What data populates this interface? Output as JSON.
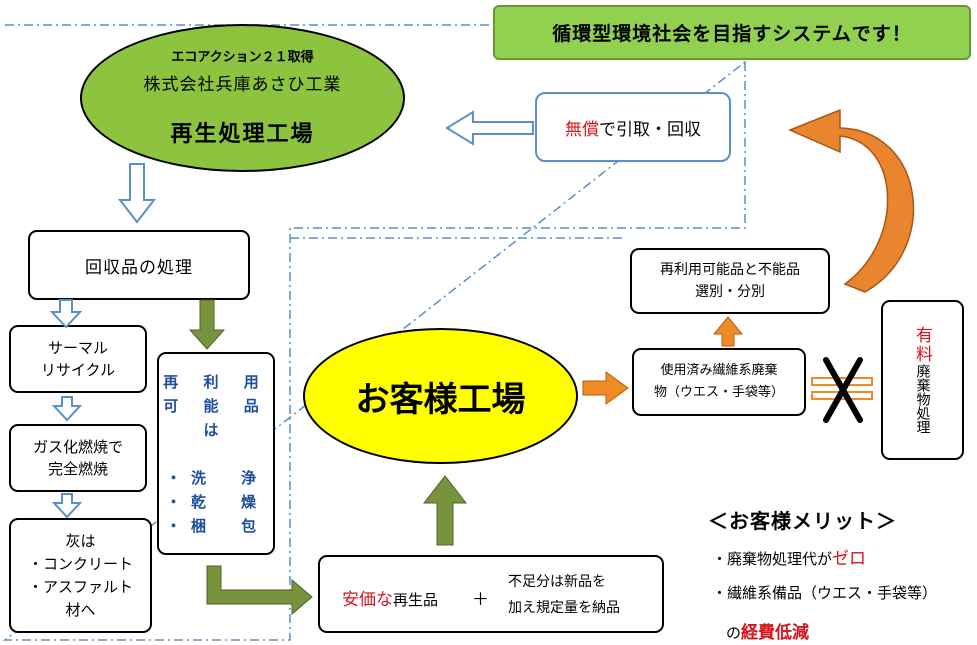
{
  "banner": "循環型環境社会を目指すシステムです！",
  "factory": {
    "cert": "エコアクション２１取得",
    "company": "株式会社兵庫あさひ工業",
    "name": "再生処理工場"
  },
  "free_pickup": {
    "free": "無償",
    "rest": "で引取・回収"
  },
  "processing": "回収品の処理",
  "thermal": [
    "サーマル",
    "リサイクル"
  ],
  "gasify": [
    "ガス化燃焼で",
    "完全燃焼"
  ],
  "ash": [
    "灰は",
    "・コンクリート",
    "・アスファルト",
    "材へ"
  ],
  "reusable": [
    "再 利 用",
    "可 能 品",
    "は",
    "",
    "・洗　浄",
    "・乾　燥",
    "・梱　包"
  ],
  "customer": "お客様工場",
  "supply": {
    "cheap": "安価な",
    "product": "再生品",
    "plus": "＋",
    "shortage": [
      "不足分は新品を",
      "加え規定量を納品"
    ]
  },
  "sort": [
    "再利用可能品と不能品",
    "選別・分別"
  ],
  "used": [
    "使用済み繊維系廃棄",
    "物（ウエス・手袋等）"
  ],
  "paid": {
    "paid": "有料",
    "rest": "廃棄物処理"
  },
  "merits": {
    "title": "＜お客様メリット＞",
    "item1_a": "・廃棄物処理代が",
    "item1_b": "ゼロ",
    "item2": "・繊維系備品（ウエス・手袋等）",
    "item3_a": "の",
    "item3_b": "経費低減"
  },
  "colors": {
    "green": "#92d050",
    "factory": "#8cc43f",
    "customer": "#ffff00",
    "red": "#d8141e",
    "blue": "#1f4e9c",
    "orange": "#f08a24",
    "olive": "#77933c",
    "dash": "#5b8fc8"
  }
}
